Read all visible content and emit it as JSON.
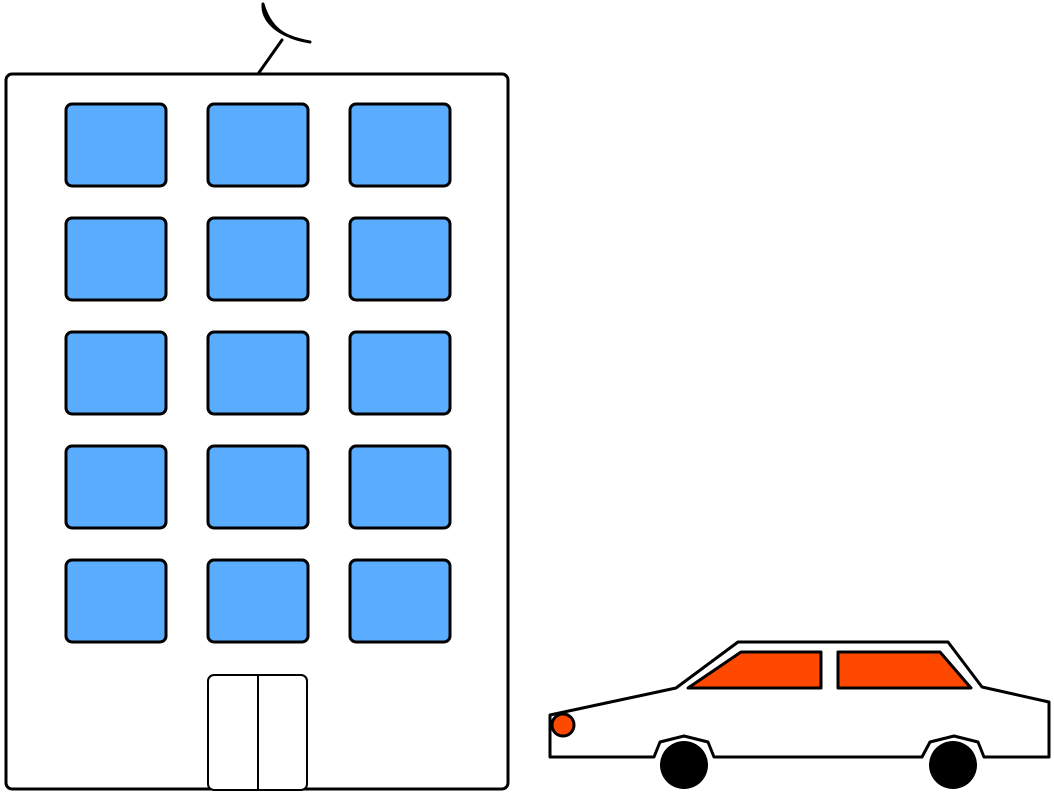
{
  "colors": {
    "background": "#ffffff",
    "outline": "#000000",
    "window_fill": "#5aacff",
    "car_glass_fill": "#ff4800",
    "car_light_fill": "#ff4800",
    "wheel_fill": "#000000",
    "building_fill": "#ffffff",
    "car_body_fill": "#ffffff"
  },
  "scene": {
    "building": {
      "icon": "office-building-icon",
      "window_grid": {
        "rows": 5,
        "columns": 3
      },
      "has_satellite_dish": true,
      "has_double_door": true
    },
    "car": {
      "icon": "sedan-car-icon",
      "facing": "left",
      "windows": 2,
      "wheels": 2,
      "headlight": true
    }
  }
}
